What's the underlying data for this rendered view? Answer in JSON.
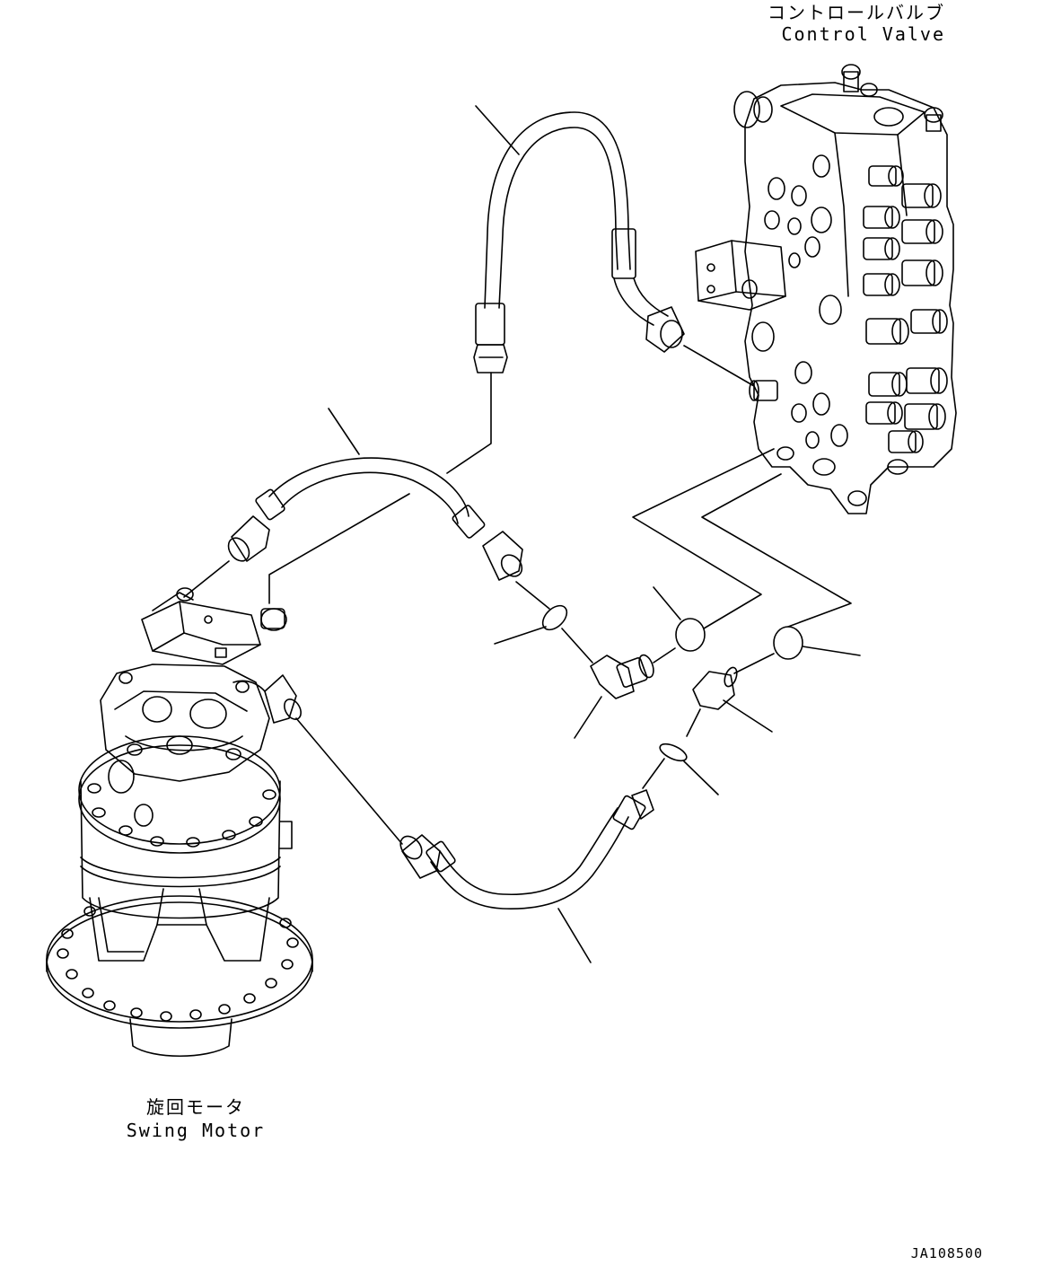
{
  "labels": {
    "control_valve_jp": "コントロールバルブ",
    "control_valve_en": "Control Valve",
    "swing_motor_jp": "旋回モータ",
    "swing_motor_en": "Swing Motor",
    "drawing_code": "JA108500"
  },
  "style": {
    "line_color": "#000000",
    "background": "#ffffff"
  }
}
